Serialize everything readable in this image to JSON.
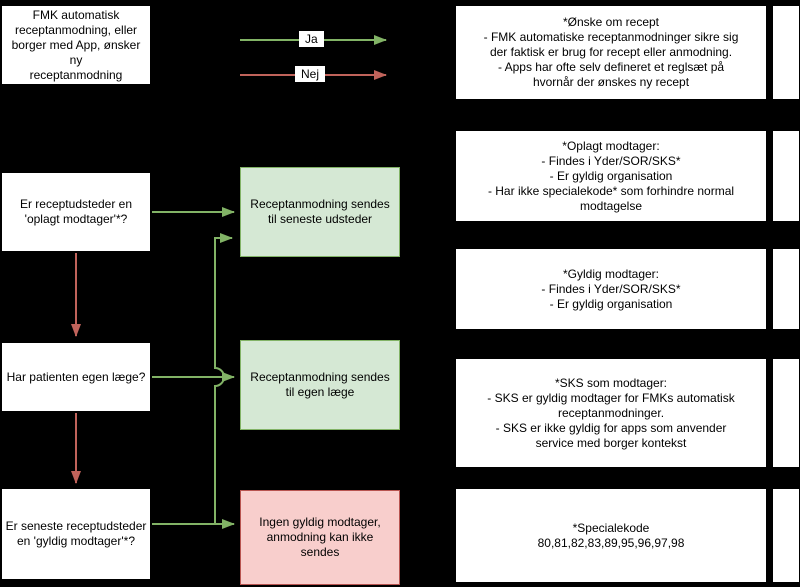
{
  "colors": {
    "background": "#000000",
    "node_fill": "#ffffff",
    "node_stroke": "#000000",
    "positive_fill": "#d5e8d4",
    "positive_stroke": "#82b366",
    "negative_fill": "#f8cecc",
    "negative_stroke": "#b85450",
    "arrow_yes": "#82b366",
    "arrow_no": "#c0635b",
    "text": "#000000"
  },
  "legend": {
    "yes": "Ja",
    "no": "Nej"
  },
  "nodes": {
    "start": "FMK automatisk\nreceptanmodning, eller\nborger med App, ønsker ny\nreceptanmodning",
    "q1": "Er receptudsteder en\n'oplagt modtager'*?",
    "q2": "Har patienten egen læge?",
    "q3": "Er seneste receptudsteder\nen 'gyldig modtager'*?",
    "outcome_latest_issuer": "Receptanmodning sendes\ntil seneste udsteder",
    "outcome_own_doctor": "Receptanmodning sendes\ntil egen læge",
    "outcome_invalid": "Ingen gyldig modtager,\nanmodning kan ikke\nsendes"
  },
  "notes": [
    {
      "text": "*Ønske om recept\n- FMK automatiske receptanmodninger sikre sig\nder faktisk er brug for recept eller anmodning.\n- Apps har ofte selv defineret et reglsæt på\nhvornår der ønskes ny recept"
    },
    {
      "text": "*Oplagt modtager:\n- Findes i Yder/SOR/SKS*\n- Er gyldig organisation\n- Har ikke specialekode* som forhindre normal\nmodtagelse"
    },
    {
      "text": "*Gyldig modtager:\n- Findes i Yder/SOR/SKS*\n- Er gyldig organisation"
    },
    {
      "text": "*SKS som modtager:\n- SKS er gyldig modtager for FMKs automatisk\nreceptanmodninger.\n- SKS er ikke gyldig for apps som anvender\nservice med borger kontekst"
    },
    {
      "text": "*Specialekode\n80,81,82,83,89,95,96,97,98"
    }
  ]
}
